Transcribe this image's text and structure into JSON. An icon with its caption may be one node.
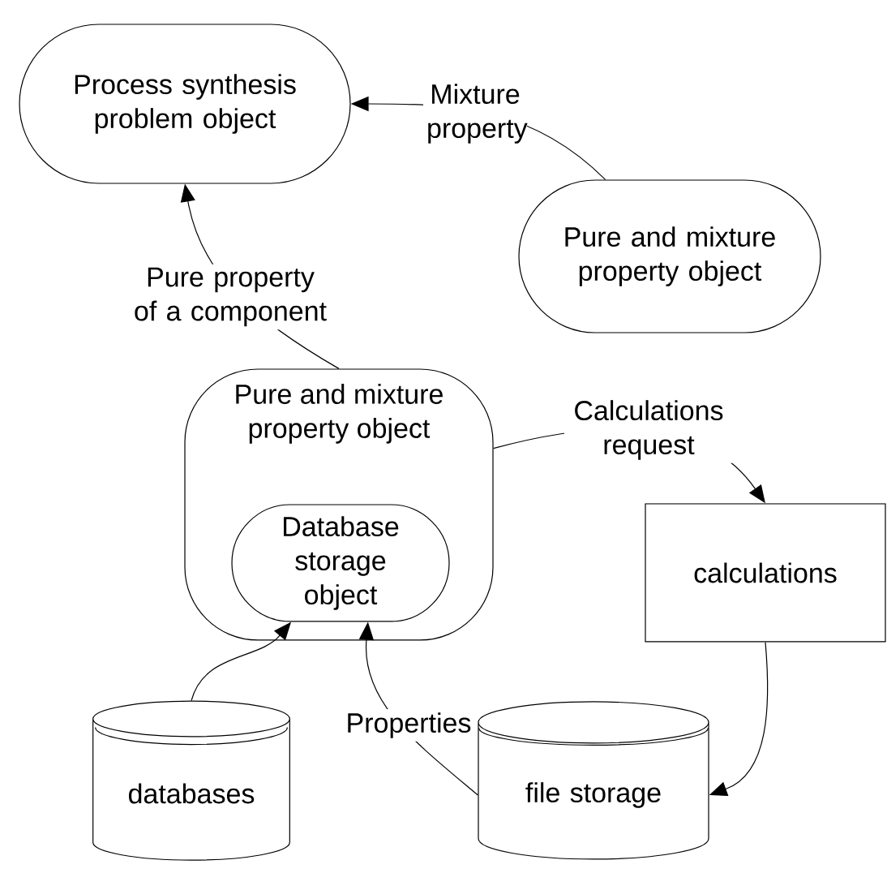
{
  "diagram": {
    "nodes": [
      {
        "text": [
          "Process synthesis problem object"
        ]
      },
      {
        "text": [
          "Pure and mixture property object"
        ]
      },
      {
        "text": [
          "Pure and mixture property object"
        ]
      },
      {
        "text": [
          "Database storage object"
        ],
        "in": 2
      },
      {
        "text": [
          "databases"
        ]
      },
      {
        "text": [
          "calculations"
        ]
      },
      {
        "text": [
          "file storage"
        ]
      }
    ],
    "edges": [
      {
        "from": 1,
        "to": 0,
        "arrow": "to",
        "label": "Mixture property"
      },
      {
        "from": 2,
        "to": 0,
        "arrow": "to",
        "label": "Pure property of a component"
      },
      {
        "from": 2,
        "to": 5,
        "arrow": "to",
        "label": "Calculations request"
      },
      {
        "from": 4,
        "to": 3,
        "arrow": "to"
      },
      {
        "from": 6,
        "to": 3,
        "arrow": "to",
        "label": "Properties"
      },
      {
        "from": 5,
        "to": 6,
        "arrow": "to"
      }
    ]
  }
}
